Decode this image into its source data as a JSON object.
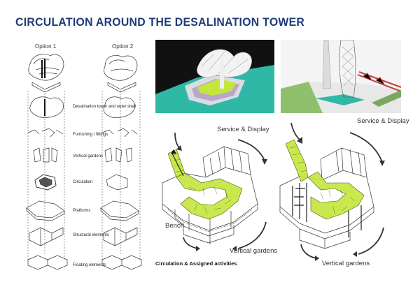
{
  "title": "CIRCULATION AROUND THE DESALINATION TOWER",
  "options": {
    "option1": "Option 1",
    "option2": "Option 2"
  },
  "layers": [
    "Desalination tower and outer shell",
    "Furnishing / fittings",
    "Vertical gardens",
    "Circulation",
    "Platforms",
    "Structural elements",
    "Floating elements"
  ],
  "left_diagram": {
    "service_display": "Service & Display",
    "bench": "Bench",
    "vertical_gardens": "Vertical gardens",
    "caption": "Circulation & Assigned activities"
  },
  "right_diagram": {
    "service_display": "Service & Display",
    "vertical_gardens": "Vertical gardens"
  },
  "colors": {
    "title": "#1f3a7a",
    "accent_green": "#c3e63c",
    "water": "#2fb8a6"
  }
}
